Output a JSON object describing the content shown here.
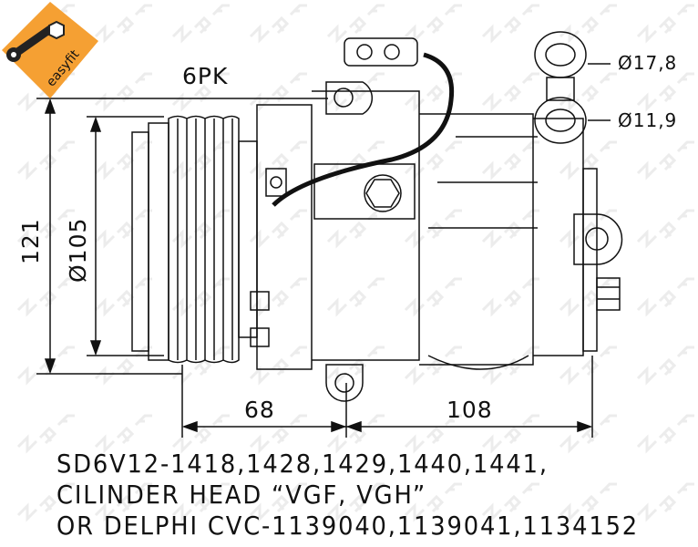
{
  "logo": {
    "text": "easyfit",
    "color": "#f5a033",
    "icon": "wrench-nut-icon"
  },
  "watermark": "NRF",
  "dimensions": {
    "belt": "6PK",
    "height": "121",
    "pulley_diameter": "Ø105",
    "port_large": "Ø17,8",
    "port_small": "Ø11,9",
    "length_front": "68",
    "length_rear": "108"
  },
  "notes": [
    "SD6V12-1418,1428,1429,1440,1441,",
    "CILINDER HEAD “VGF, VGH”",
    "OR DELPHI CVC-1139040,1139041,1134152"
  ]
}
